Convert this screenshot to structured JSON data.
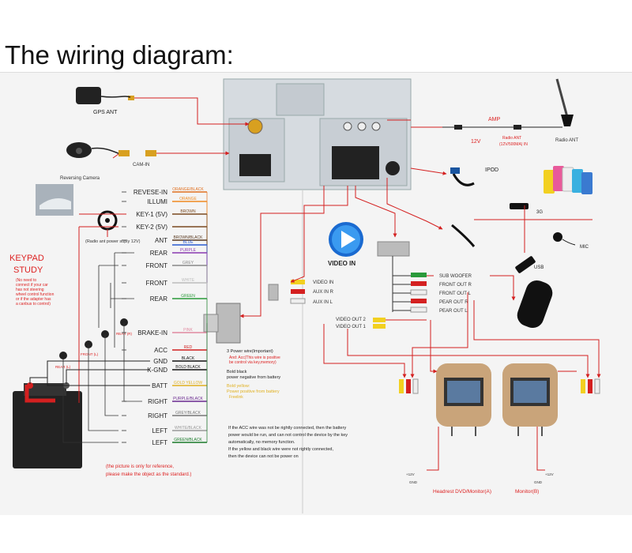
{
  "title": "The wiring diagram:",
  "labels": {
    "gps_ant": "GPS ANT",
    "reversing_camera": "Reversing Camera",
    "cam_in": "CAM-IN",
    "amp": "AMP",
    "v12": "12V",
    "radio_ant_amp": "Radio ANT",
    "radio_ant_amp_spec": "(12V/500MA) IN",
    "radio_ant": "Radio ANT",
    "ipod": "IPOD",
    "g3": "3G",
    "mic": "MIC",
    "usb": "USB",
    "video_in": "VIDEO IN",
    "video_in_jack": "VIDEO IN",
    "aux_r": "AUX IN R",
    "aux_l": "AUX IN L",
    "video_out_2": "VIDEO OUT 2",
    "video_out_1": "VIDEO OUT 1",
    "sub_woofer": "SUB WOOFER",
    "front_out_r": "FRONT OUT R",
    "front_out_l": "FRONT OUT L",
    "pear_out_r": "PEAR OUT R",
    "pear_out_l": "PEAR OUT L",
    "keypad": "KEYPAD",
    "study": "STUDY",
    "keypad_note": [
      "(No need to",
      "connect if your car",
      "has not steering",
      "wheel control function",
      "or if the adapter has",
      "a canbus to control)"
    ],
    "radio_ant_power": "(Radio ant power suply 12V)",
    "power_wire": "3 Power wire(Important)",
    "acc_note_1": "And: Acc(This wire is positive",
    "acc_note_2": "be control via key,memory)",
    "bold_black_1": "Bold black",
    "bold_black_2": "power negative from battery",
    "bold_yellow_1": "Bold yellow:",
    "bold_yellow_2": "Power positive from battery",
    "bold_yellow_3": "Freelink",
    "front_l_small": "FRONT (L)",
    "rear_l_small": "REAR (L)",
    "rear_r_small": "REAR (R)",
    "acc_warning": [
      "If the ACC wire was not be rightly connected, then the battery",
      "power would be run, and can not control the device by the key",
      "automatically, no memory function.",
      "If the yellow and black wire were not rightly connected,",
      "then the device can not be power on"
    ],
    "picture_note": [
      "(the picture is only for reference,",
      "please make the object as the standard.)"
    ],
    "headrest_a": "Headrest DVD/Monitor(A)",
    "monitor_b": "Monitor(B)",
    "gnd": "GND",
    "plus_12v": "+12V"
  },
  "wires": [
    {
      "name": "REVESE-IN",
      "color": "ORANGE/BLACK",
      "hex": "#e07020"
    },
    {
      "name": "ILLUMI",
      "color": "ORANGE",
      "hex": "#f08a20"
    },
    {
      "name": "KEY-1 (5V)",
      "color": "BROWN",
      "hex": "#7a4a20"
    },
    {
      "name": "KEY-2 (5V)",
      "color": "",
      "hex": "#7a4a20"
    },
    {
      "name": "ANT",
      "color": "BROWN/BLACK",
      "hex": "#5a3a20"
    },
    {
      "name": "",
      "color": "BLUE",
      "hex": "#2a5ad0"
    },
    {
      "name": "REAR",
      "color": "PURPLE",
      "hex": "#8a3ab0"
    },
    {
      "name": "FRONT",
      "color": "GREY",
      "hex": "#888888"
    },
    {
      "name": "FRONT",
      "color": "WHITE",
      "hex": "#bbbbbb"
    },
    {
      "name": "REAR",
      "color": "GREEN",
      "hex": "#2a9a3a"
    },
    {
      "name": "BRAKE-IN",
      "color": "PINK",
      "hex": "#e08aa0"
    },
    {
      "name": "ACC",
      "color": "RED",
      "hex": "#d02020"
    },
    {
      "name": "GND",
      "color": "BLACK",
      "hex": "#111111"
    },
    {
      "name": "K-GND",
      "color": "BOLD BLACK",
      "hex": "#111111"
    },
    {
      "name": "BATT",
      "color": "GOLD YELLOW",
      "hex": "#e0b020"
    },
    {
      "name": "RIGHT",
      "color": "PURPLE/BLACK",
      "hex": "#6a2a90"
    },
    {
      "name": "RIGHT",
      "color": "GREY/BLACK",
      "hex": "#777777"
    },
    {
      "name": "LEFT",
      "color": "WHITE/BLACK",
      "hex": "#999999"
    },
    {
      "name": "LEFT",
      "color": "GREEN/BLACK",
      "hex": "#1a7a2a"
    }
  ],
  "colors": {
    "wire_red": "#d42020",
    "keypad_red": "#d42020",
    "monitor_tan": "#c9a47a",
    "battery": "#222222"
  }
}
